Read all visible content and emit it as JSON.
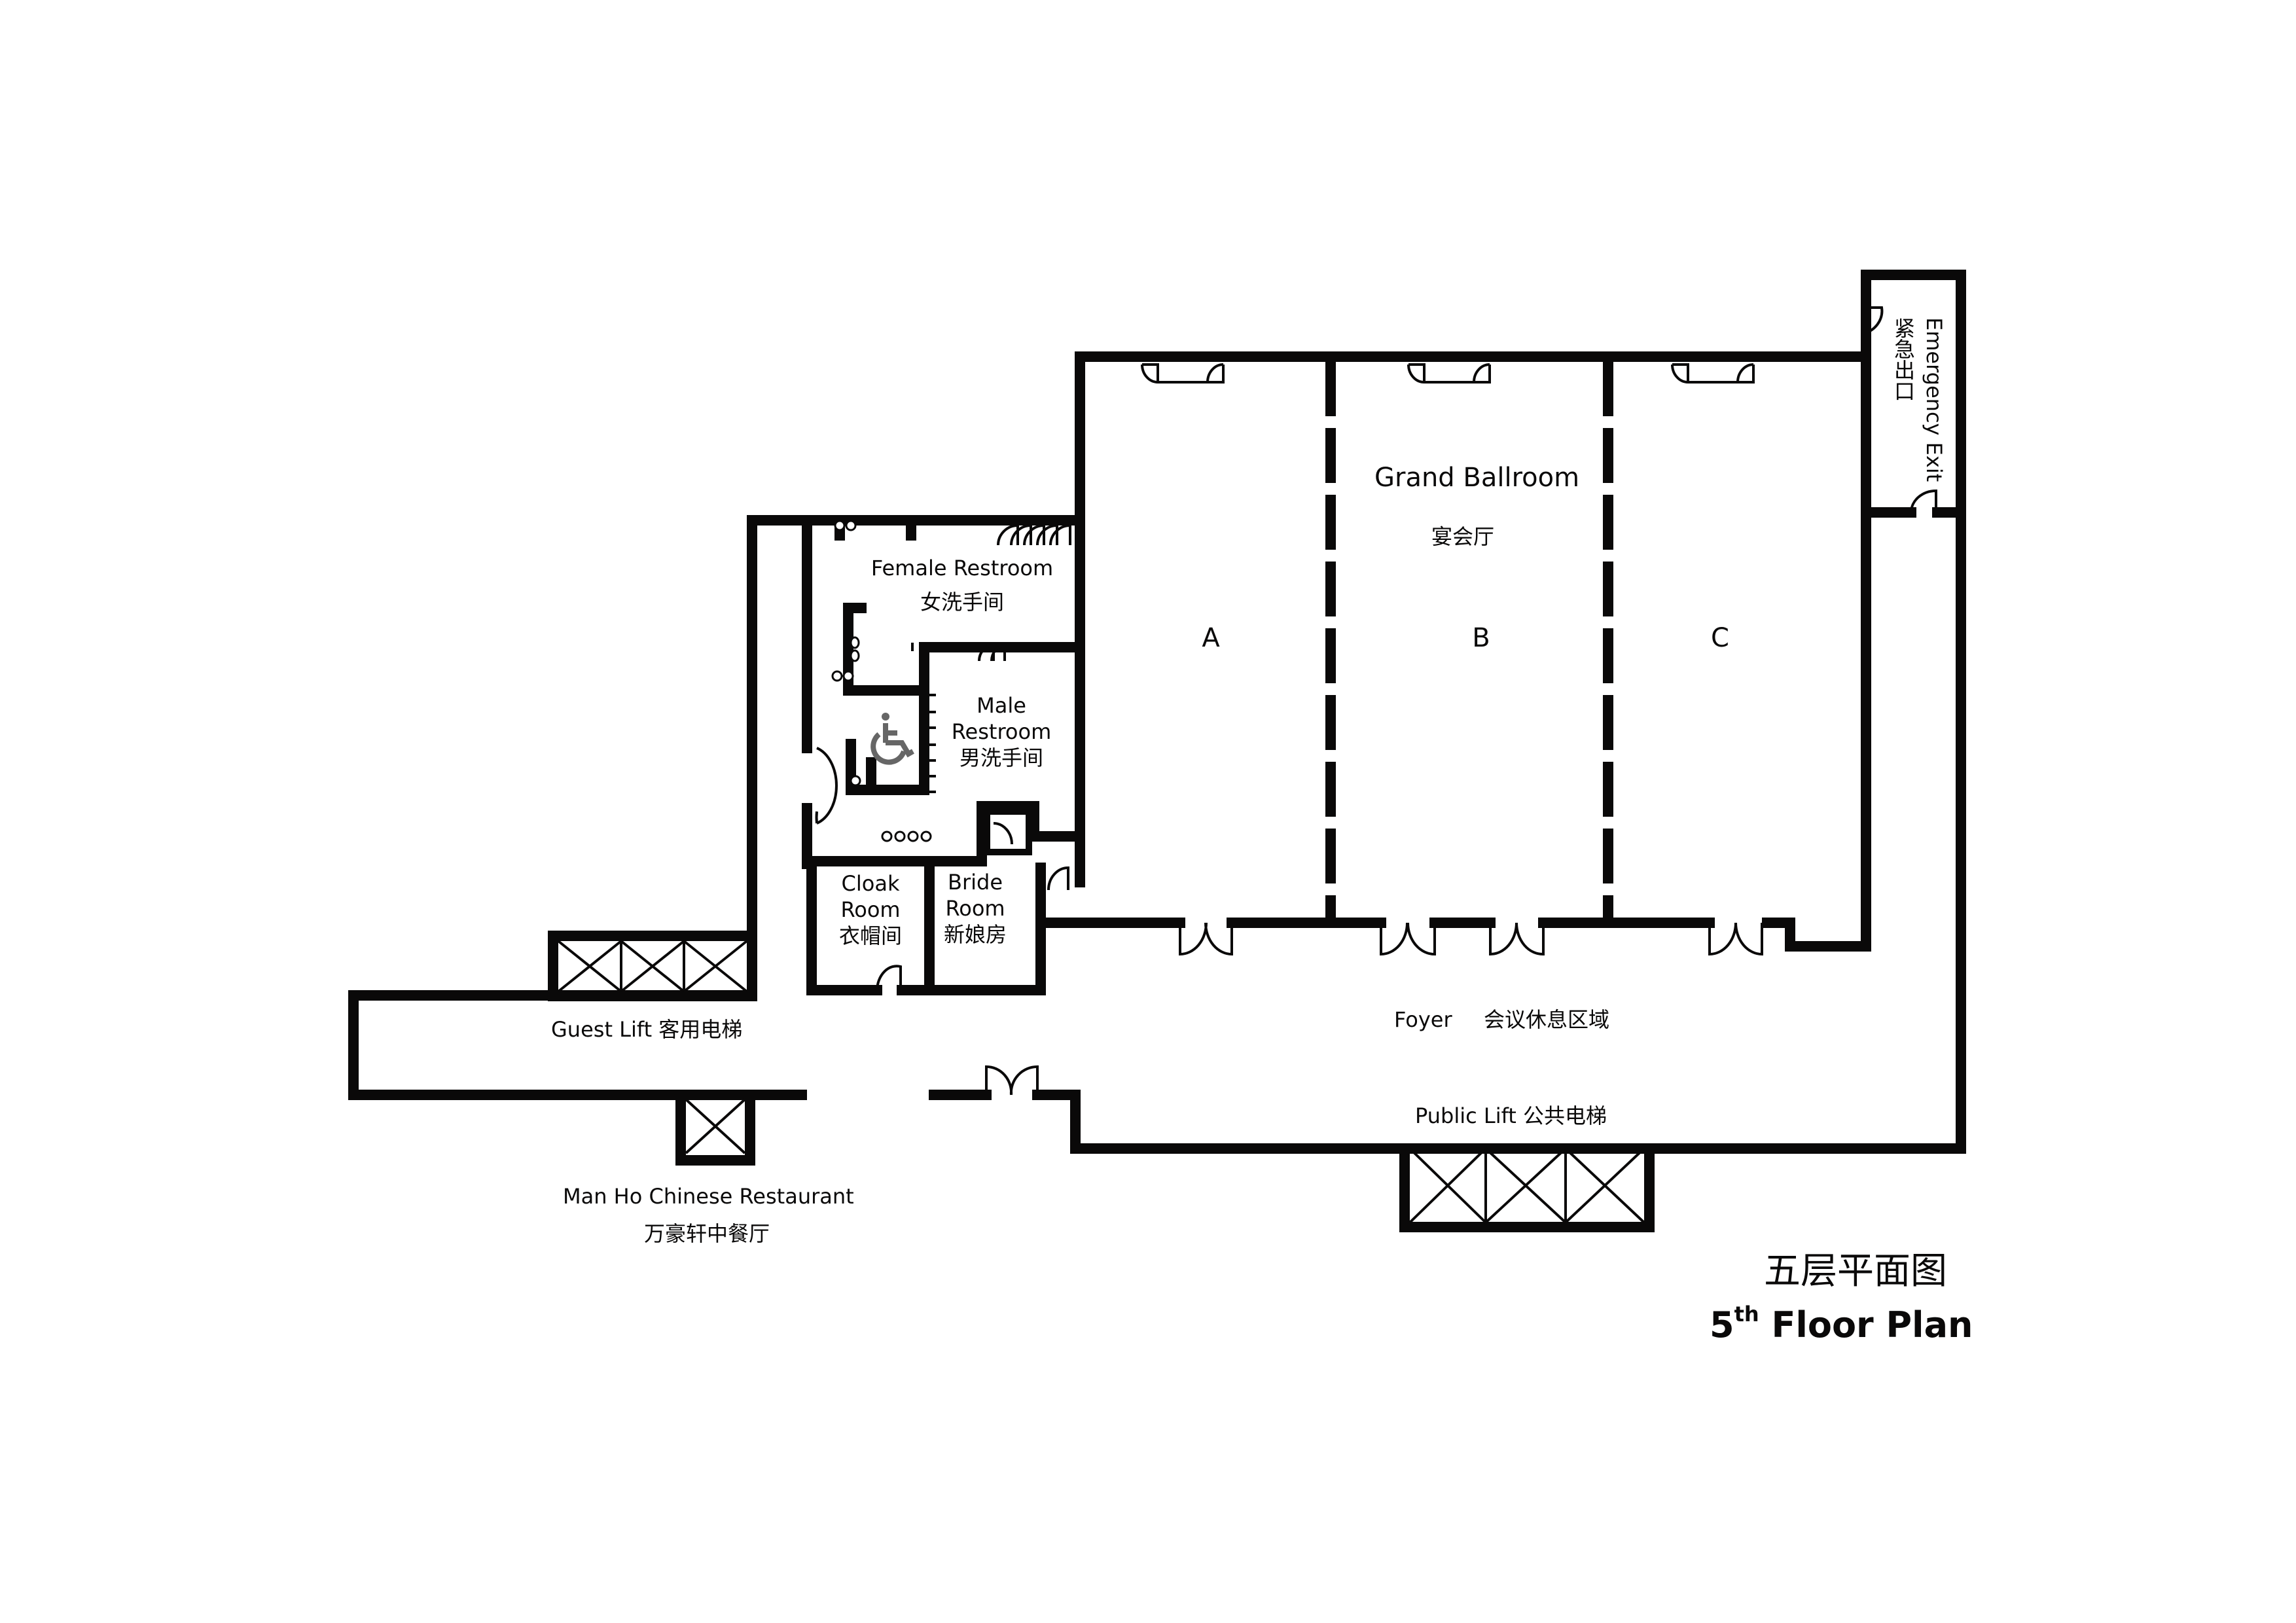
{
  "title": {
    "zh": "五层平面图",
    "en_ordinal_number": "5",
    "en_ordinal_suffix": "th",
    "en_rest": " Floor Plan"
  },
  "rooms": {
    "grand_ballroom": {
      "en": "Grand Ballroom",
      "zh": "宴会厅"
    },
    "sections": [
      {
        "label": "A"
      },
      {
        "label": "B"
      },
      {
        "label": "C"
      }
    ],
    "emergency_exit": {
      "en": "Emergency Exit",
      "zh": "紧急出口"
    },
    "female_restroom": {
      "en": "Female Restroom",
      "zh": "女洗手间"
    },
    "male_restroom": {
      "en_line1": "Male",
      "en_line2": "Restroom",
      "zh": "男洗手间"
    },
    "cloak_room": {
      "en_line1": "Cloak",
      "en_line2": "Room",
      "zh": "衣帽间"
    },
    "bride_room": {
      "en_line1": "Bride",
      "en_line2": "Room",
      "zh": "新娘房"
    },
    "foyer": {
      "en": "Foyer",
      "zh": "会议休息区域"
    },
    "guest_lift": {
      "en": "Guest Lift",
      "zh": "客用电梯"
    },
    "public_lift": {
      "en": "Public Lift",
      "zh": "公共电梯"
    },
    "restaurant": {
      "en": "Man Ho Chinese Restaurant",
      "zh": "万豪轩中餐厅"
    }
  },
  "icons": {
    "accessible": "wheelchair-icon",
    "lift": "elevator-cross-icon",
    "door": "door-swing-icon"
  },
  "colors": {
    "wall": "#0a0909",
    "background": "#ffffff",
    "accessible_icon": "#666666"
  }
}
